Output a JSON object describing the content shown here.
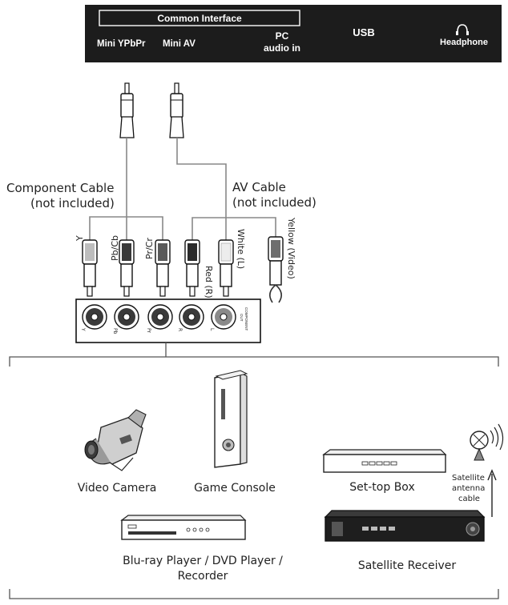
{
  "tv_panel": {
    "common_interface": "Common Interface",
    "mini_ypbpr": "Mini YPbPr",
    "mini_av": "Mini AV",
    "pc_audio_line1": "PC",
    "pc_audio_line2": "audio in",
    "usb": "USB",
    "headphone": "Headphone"
  },
  "cables": {
    "component_line1": "Component Cable",
    "component_line2": "(not included)",
    "av_line1": "AV Cable",
    "av_line2": "(not included)",
    "plug_y": "Y",
    "plug_pb": "Pb/Cb",
    "plug_pr": "Pr/Cr",
    "plug_red": "Red (R)",
    "plug_white": "White (L)",
    "plug_yellow": "Yellow (Video)"
  },
  "component_out": {
    "title_line1": "COMPONENT",
    "title_line2": "OUT",
    "jack_y": "Y",
    "jack_pb": "Pb",
    "jack_pr": "Pr",
    "jack_r": "R",
    "jack_l": "L"
  },
  "devices": {
    "video_camera": "Video Camera",
    "game_console": "Game Console",
    "set_top_box": "Set-top Box",
    "satellite_line1": "Satellite",
    "satellite_line2": "antenna",
    "satellite_line3": "cable",
    "bluray_line1": "Blu-ray Player / DVD Player /",
    "bluray_line2": "Recorder",
    "satellite_receiver": "Satellite Receiver"
  }
}
